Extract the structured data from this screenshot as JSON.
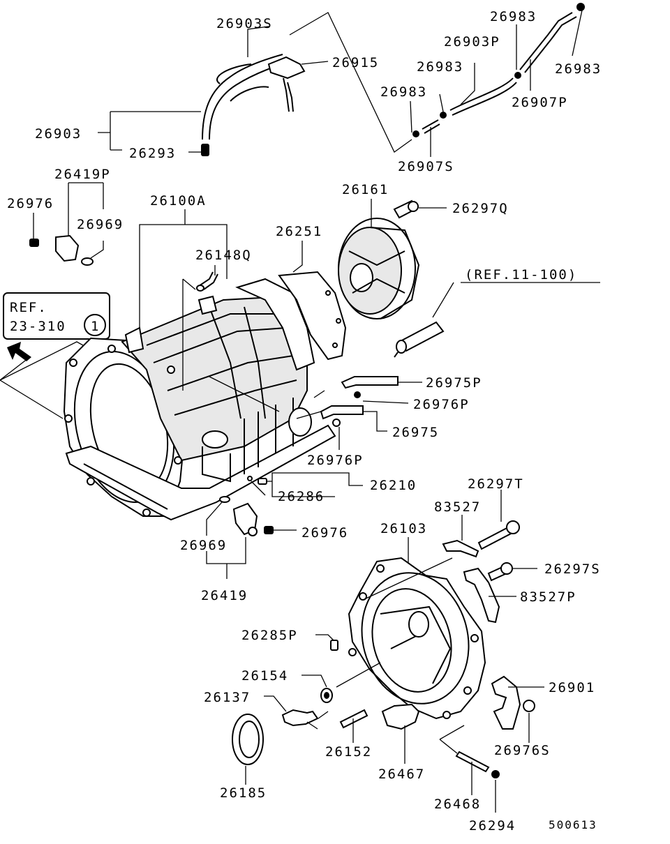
{
  "labels": {
    "l26903S": "26903S",
    "l26915": "26915",
    "l26903": "26903",
    "l26293": "26293",
    "l26983a": "26983",
    "l26983b": "26983",
    "l26983c": "26983",
    "l26983d": "26983",
    "l26903P": "26903P",
    "l26907P": "26907P",
    "l26907S": "26907S",
    "l26419P": "26419P",
    "l26976a": "26976",
    "l26969a": "26969",
    "l26100A": "26100A",
    "l26148Q": "26148Q",
    "l26251": "26251",
    "l26161": "26161",
    "l26297Q": "26297Q",
    "l26975P": "26975P",
    "l26976P": "26976P",
    "l26975": "26975",
    "l26976P2": "26976P",
    "l26210": "26210",
    "l26286": "26286",
    "l26976b": "26976",
    "l26969b": "26969",
    "l26419": "26419",
    "l26297T": "26297T",
    "l83527": "83527",
    "l26103": "26103",
    "l26297S": "26297S",
    "l83527P": "83527P",
    "l26285P": "26285P",
    "l26154": "26154",
    "l26137": "26137",
    "l26901": "26901",
    "l26976S": "26976S",
    "l26185": "26185",
    "l26152": "26152",
    "l26467": "26467",
    "l26468": "26468",
    "l26294": "26294"
  },
  "refs": {
    "ref_top": "REF.",
    "ref_num": "23-310",
    "ref_circle": "1",
    "ref_11": "(REF.11-100)"
  },
  "footer": {
    "code": "500613"
  }
}
